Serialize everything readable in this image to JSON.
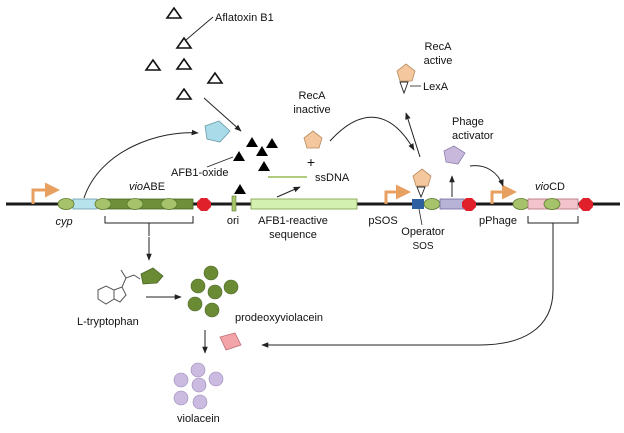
{
  "labels": {
    "aflatoxin": "Aflatoxin B1",
    "recA_active_1": "RecA",
    "recA_active_2": "active",
    "lexA": "LexA",
    "recA_inactive_1": "RecA",
    "recA_inactive_2": "inactive",
    "plus": "+",
    "phage_activator_1": "Phage",
    "phage_activator_2": "activator",
    "afb1_oxide": "AFB1-oxide",
    "ssdna": "ssDNA",
    "cyp": "cyp",
    "vioabe_italic": "vio",
    "vioabe_rest": "ABE",
    "ori": "ori",
    "afb1_reactive_1": "AFB1-reactive",
    "afb1_reactive_2": "sequence",
    "psos": "pSOS",
    "operator_1": "Operator",
    "operator_2": "SOS",
    "pphage": "pPhage",
    "viocd_italic": "vio",
    "viocd_rest": "CD",
    "l_tryptophan": "L-tryptophan",
    "prodeoxyviolacein": "prodeoxyviolacein",
    "violacein": "violacein"
  },
  "colors": {
    "dna": "#1a1a1a",
    "promoter_arrow": "#e8a060",
    "oval": "#a6c36b",
    "cyp_gene": "#b7e3ec",
    "vio_gene": "#6f8f3a",
    "terminator": "#e0202a",
    "afb1_reactive": "#d4f0b0",
    "operator_box": "#2e5fa0",
    "phage_gene": "#b7b3d6",
    "viocd_gene": "#f3c4cc",
    "aflatoxin": "#111111",
    "afb1_oxide": "#000000",
    "cyp_enzyme": "#a9dce8",
    "recA": "#f5c79e",
    "phage_activator": "#c8b9dc",
    "vioABE_enzyme": "#6b8a34",
    "prodeoxyviolacein": "#6b8a34",
    "vioCD_enzyme": "#f2a4a8",
    "violacein": "#cbbbe0"
  },
  "icons": [
    "aflatoxin-triangle-icon",
    "afb1-oxide-triangle-icon",
    "cyp-enzyme-icon",
    "recA-pentagon-icon",
    "lexA-icon",
    "phage-activator-icon",
    "vioabe-enzyme-icon",
    "viocd-enzyme-icon",
    "tryptophan-structure-icon"
  ]
}
